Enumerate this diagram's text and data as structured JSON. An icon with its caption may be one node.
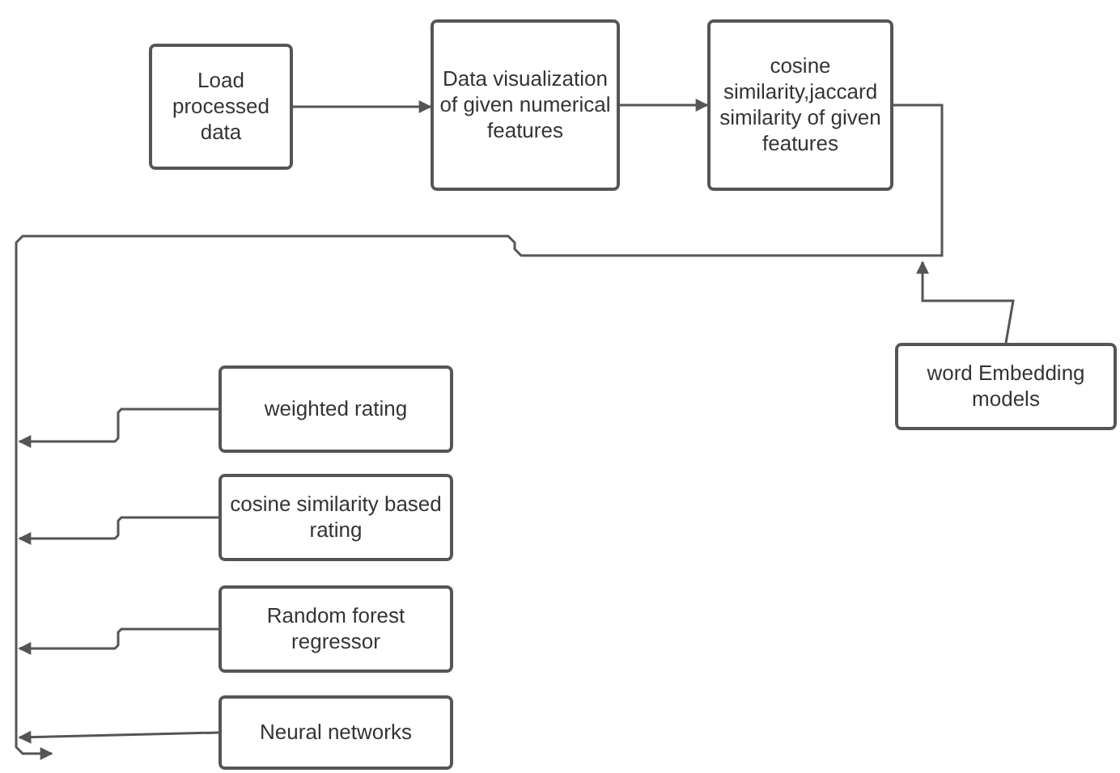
{
  "diagram": {
    "nodes": [
      {
        "text": [
          "Load processed data"
        ]
      },
      {
        "text": [
          "Data visualization of given numerical features"
        ]
      },
      {
        "text": [
          "cosine similarity,jaccard similarity of given features"
        ]
      },
      {
        "text": [
          "word Embedding models"
        ]
      },
      {
        "text": [
          "weighted rating"
        ]
      },
      {
        "text": [
          "cosine similarity based rating"
        ]
      },
      {
        "text": [
          "Random forest regressor"
        ]
      },
      {
        "text": [
          "Neural networks"
        ]
      }
    ],
    "edges": [
      {
        "from": 0,
        "to": 1,
        "arrow": "to"
      },
      {
        "from": 1,
        "to": 2,
        "arrow": "to"
      },
      {
        "from": 2,
        "to": null,
        "arrow": "to"
      },
      {
        "from": 3,
        "to": null,
        "arrow": "to"
      },
      {
        "from": 4,
        "to": null,
        "arrow": "to"
      },
      {
        "from": 5,
        "to": null,
        "arrow": "to"
      },
      {
        "from": 6,
        "to": null,
        "arrow": "to"
      },
      {
        "from": 7,
        "to": null,
        "arrow": "to"
      }
    ]
  }
}
